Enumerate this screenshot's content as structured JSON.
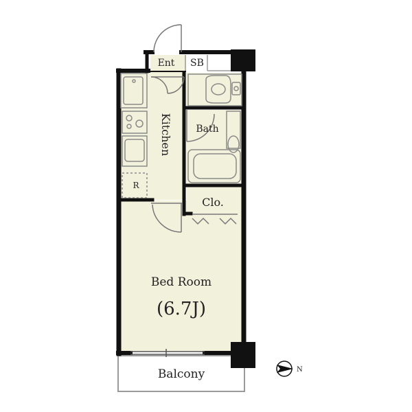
{
  "colors": {
    "floor": "#f2f1dc",
    "wall": "#111111",
    "fixture": "#9a9a9a",
    "background": "#ffffff"
  },
  "rooms": {
    "entrance": "Ent",
    "shoe_box": "SB",
    "kitchen": "Kitchen",
    "bath": "Bath",
    "closet": "Clo.",
    "bedroom": "Bed Room",
    "bedroom_size": "(6.7J)",
    "balcony": "Balcony",
    "refrigerator": "R"
  },
  "compass": {
    "label": "N",
    "icon": "north-arrow-icon"
  }
}
